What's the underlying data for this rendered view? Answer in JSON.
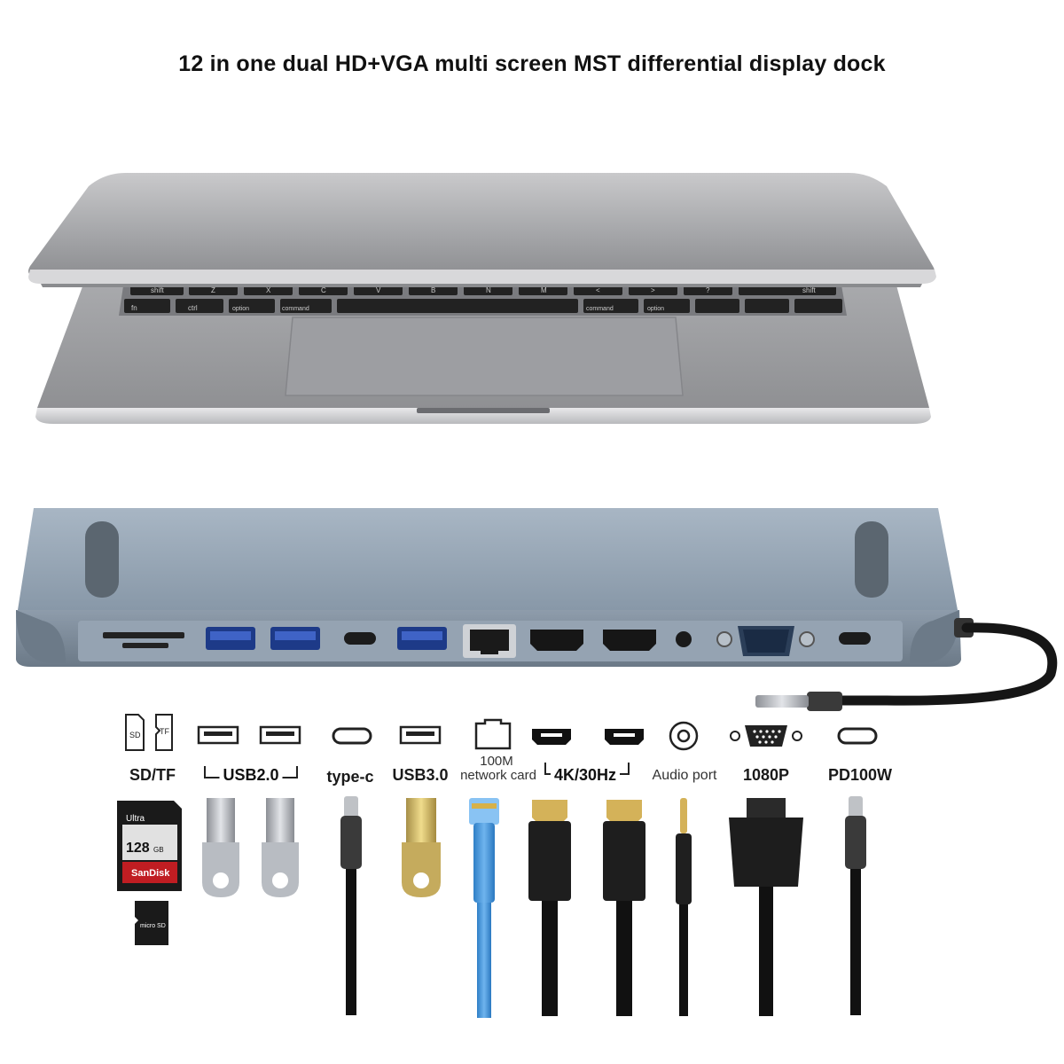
{
  "title": "12 in one dual HD+VGA multi screen MST differential display dock",
  "laptop_keys": {
    "row1": [
      "shift",
      "Z",
      "X",
      "C",
      "V",
      "B",
      "N",
      "M",
      "<",
      ">",
      "?",
      "shift"
    ],
    "row2": [
      "fn",
      "ctrl",
      "option",
      "command",
      "command",
      "option"
    ]
  },
  "sd_icon_labels": [
    "SD",
    "TF"
  ],
  "port_labels": {
    "sd_tf": "SD/TF",
    "usb2": "USB2.0",
    "typec": "type-c",
    "usb3": "USB3.0",
    "network_top": "100M",
    "network_bottom": "network card",
    "hdmi": "4K/30Hz",
    "audio": "Audio port",
    "vga": "1080P",
    "pd": "PD100W"
  },
  "sd_card": {
    "brand_top": "Ultra",
    "capacity": "128",
    "unit": "GB",
    "brand": "SanDisk"
  },
  "micro_sd": {
    "brand": "micro SD"
  }
}
